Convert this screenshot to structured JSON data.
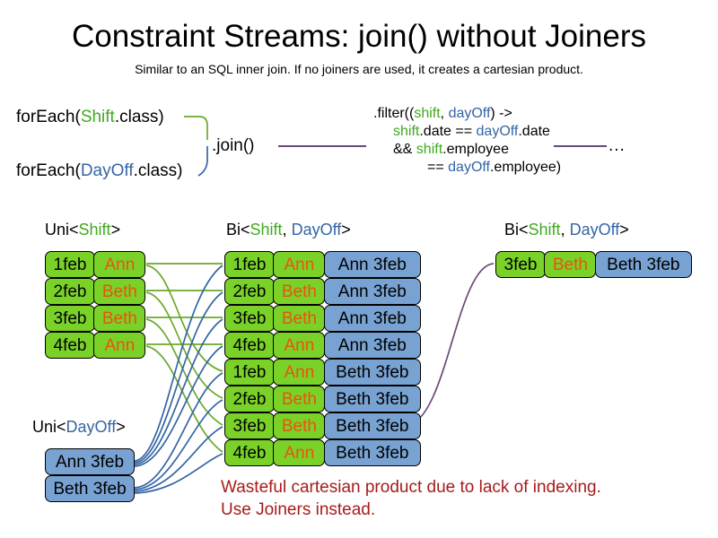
{
  "header": {
    "title": "Constraint Streams: join() without Joiners",
    "subtitle": "Similar to an SQL inner join. If no joiners are used, it creates a cartesian product."
  },
  "code": {
    "foreach_shift": {
      "prefix": "forEach(",
      "type": "Shift",
      "suffix": ".class)"
    },
    "foreach_dayoff": {
      "prefix": "forEach(",
      "type": "DayOff",
      "suffix": ".class)"
    },
    "join_label": ".join()",
    "filter": {
      "line1_prefix": ".filter((",
      "line1_shift": "shift",
      "line1_comma": ", ",
      "line1_dayoff": "dayOff",
      "line1_suffix": ") ->",
      "line2_shift": "shift",
      "line2_mid": ".date == ",
      "line2_dayoff": "dayOff",
      "line2_end": ".date",
      "line3_prefix": "&& ",
      "line3_shift": "shift",
      "line3_end": ".employee",
      "line4_prefix": "== ",
      "line4_dayoff": "dayOff",
      "line4_end": ".employee)"
    },
    "ellipsis": "..."
  },
  "captions": {
    "uni_shift": {
      "prefix": "Uni<",
      "type": "Shift",
      "suffix": ">"
    },
    "bi_middle": {
      "prefix": "Bi<",
      "type1": "Shift",
      "comma": ", ",
      "type2": "DayOff",
      "suffix": ">"
    },
    "bi_right": {
      "prefix": "Bi<",
      "type1": "Shift",
      "comma": ", ",
      "type2": "DayOff",
      "suffix": ">"
    },
    "uni_dayoff": {
      "prefix": "Uni<",
      "type": "DayOff",
      "suffix": ">"
    }
  },
  "shifts": [
    {
      "date": "1feb",
      "employee": "Ann"
    },
    {
      "date": "2feb",
      "employee": "Beth"
    },
    {
      "date": "3feb",
      "employee": "Beth"
    },
    {
      "date": "4feb",
      "employee": "Ann"
    }
  ],
  "dayoffs": [
    {
      "label": "Ann 3feb"
    },
    {
      "label": "Beth 3feb"
    }
  ],
  "cartesian": [
    {
      "date": "1feb",
      "employee": "Ann",
      "dayoff": "Ann 3feb"
    },
    {
      "date": "2feb",
      "employee": "Beth",
      "dayoff": "Ann 3feb"
    },
    {
      "date": "3feb",
      "employee": "Beth",
      "dayoff": "Ann 3feb"
    },
    {
      "date": "4feb",
      "employee": "Ann",
      "dayoff": "Ann 3feb"
    },
    {
      "date": "1feb",
      "employee": "Ann",
      "dayoff": "Beth 3feb"
    },
    {
      "date": "2feb",
      "employee": "Beth",
      "dayoff": "Beth 3feb"
    },
    {
      "date": "3feb",
      "employee": "Beth",
      "dayoff": "Beth 3feb"
    },
    {
      "date": "4feb",
      "employee": "Ann",
      "dayoff": "Beth 3feb"
    }
  ],
  "result": [
    {
      "date": "3feb",
      "employee": "Beth",
      "dayoff": "Beth 3feb"
    }
  ],
  "warning": {
    "line1": "Wasteful cartesian product due to lack of indexing.",
    "line2": "Use Joiners instead."
  },
  "colors": {
    "shift_green": "#7ad229",
    "dayoff_blue": "#78a2d2",
    "employee_orange": "#e8540c",
    "shift_text": "#3faa1e",
    "dayoff_text": "#3465a4",
    "link_green": "#6aa92a",
    "link_blue": "#3465a4",
    "link_purple": "#6b4a78",
    "warning_red": "#a81b1b"
  }
}
